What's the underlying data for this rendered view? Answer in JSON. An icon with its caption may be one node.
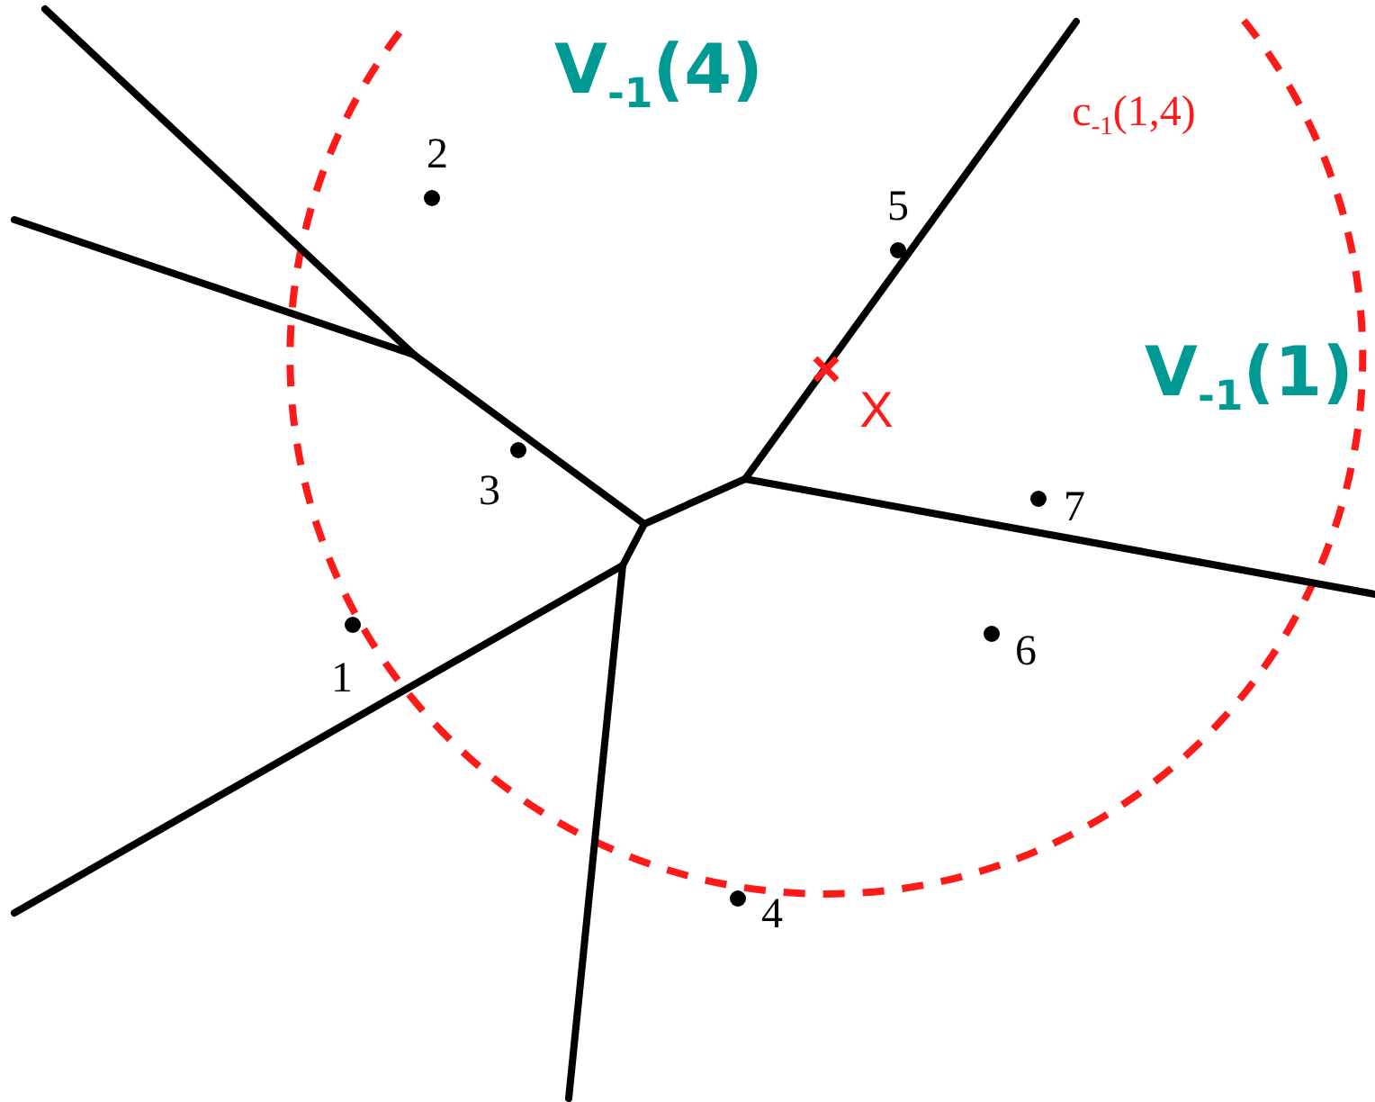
{
  "diagram": {
    "labels": [
      "V$_{-1}$(4)",
      "c$_{-1}$(1,4)",
      "2",
      "5",
      "V$_{-1}$(1)",
      "X",
      "3",
      "7",
      "1",
      "6",
      "4"
    ]
  }
}
